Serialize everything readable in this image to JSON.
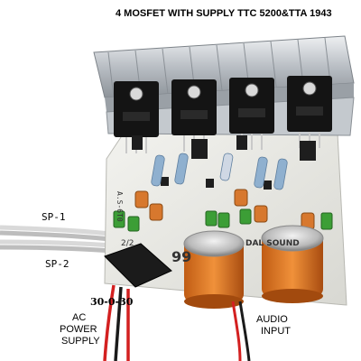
{
  "title": "4 MOSFET WITH SUPPLY TTC 5200&TTA 1943",
  "labels": {
    "sp1": "SP-1",
    "sp2": "SP-2",
    "supply_voltage": "30-0-30",
    "ac_line1": "AC",
    "ac_line2": "POWER",
    "ac_line3": "SUPPLY",
    "audio_line1": "AUDIO",
    "audio_line2": "INPUT"
  },
  "board_text": {
    "board_name": "A.S-6T0",
    "brand": "99",
    "brand_sub": "DAL SOUND",
    "rev": "2/2"
  },
  "colors": {
    "pcb": "#e9e9e4",
    "heatsink": "#c8ccd0",
    "mosfet": "#1a1a1a",
    "capacitor": "#e07a28",
    "cap_blue": "#8aa8c8",
    "cap_green": "#3f9e3a",
    "wire_red": "#d32020",
    "wire_black": "#1a1a1a"
  }
}
